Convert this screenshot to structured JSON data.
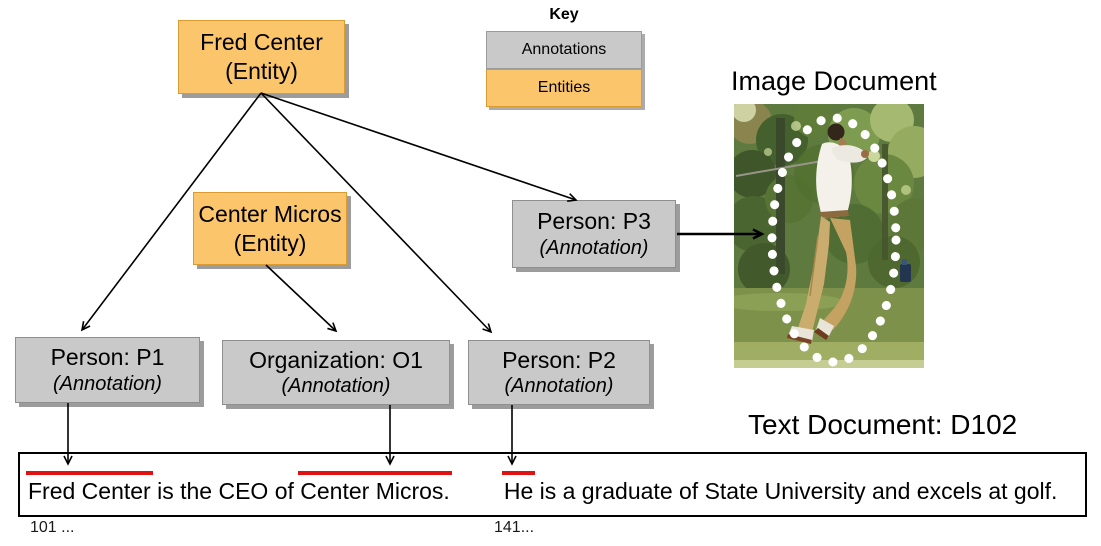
{
  "nodes": {
    "fred_center": {
      "title": "Fred Center",
      "subtitle": "(Entity)"
    },
    "center_micros": {
      "title": "Center Micros",
      "subtitle": "(Entity)"
    },
    "person_p1": {
      "title": "Person: P1",
      "subtitle": "(Annotation)"
    },
    "organization_o1": {
      "title": "Organization: O1",
      "subtitle": "(Annotation)"
    },
    "person_p2": {
      "title": "Person: P2",
      "subtitle": "(Annotation)"
    },
    "person_p3": {
      "title": "Person: P3",
      "subtitle": "(Annotation)"
    }
  },
  "key": {
    "title": "Key",
    "items": [
      {
        "label": "Annotations",
        "color": "#C9C9C9"
      },
      {
        "label": "Entities",
        "color": "#FBC56C"
      }
    ]
  },
  "image_document": {
    "title": "Image Document"
  },
  "text_document": {
    "title": "Text Document: D102",
    "segments": [
      {
        "text": "Fred Center",
        "highlighted": true
      },
      {
        "text": " is the CEO of ",
        "highlighted": false
      },
      {
        "text": "Center Micros.",
        "highlighted": true
      },
      {
        "text": "He",
        "highlighted": true
      },
      {
        "text": " is a graduate of State University and excels at golf.",
        "highlighted": false
      }
    ],
    "offset_left": "101 ...",
    "offset_right": "141..."
  },
  "colors": {
    "entity_fill": "#FBC56C",
    "entity_border": "#DB9B33",
    "annotation_fill": "#C9C9C9",
    "annotation_border": "#8F8F8F",
    "box_shadow": "#9C9C9C",
    "highlight_underline": "#E11212",
    "arrow": "#000000"
  }
}
